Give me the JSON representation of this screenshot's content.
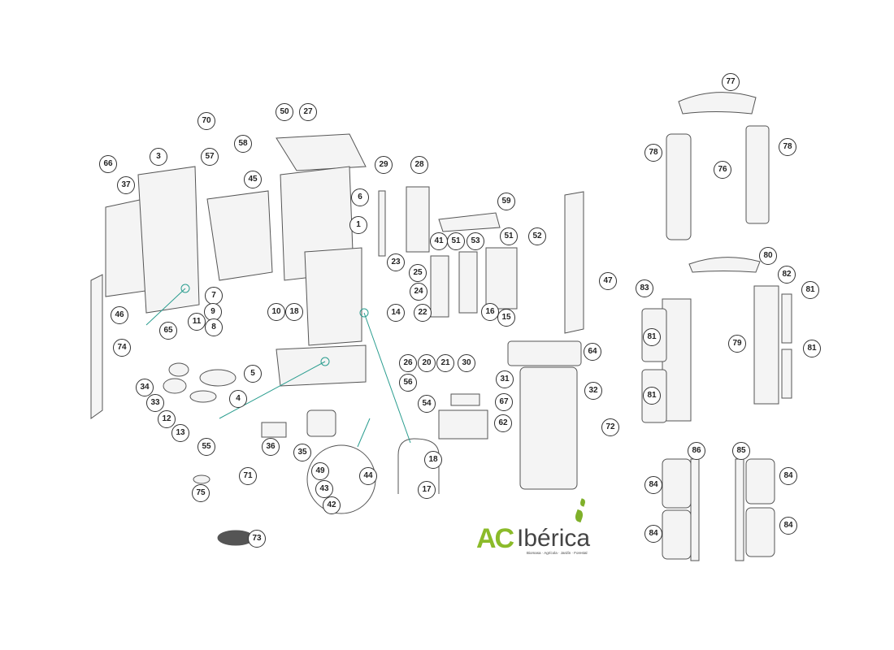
{
  "diagram": {
    "title_hidden": null,
    "callouts": [
      "77",
      "50",
      "27",
      "70",
      "58",
      "78",
      "78",
      "76",
      "3",
      "66",
      "57",
      "45",
      "37",
      "6",
      "29",
      "28",
      "59",
      "1",
      "41",
      "51",
      "53",
      "51",
      "52",
      "47",
      "23",
      "25",
      "80",
      "82",
      "83",
      "81",
      "24",
      "7",
      "9",
      "10",
      "18",
      "14",
      "22",
      "16",
      "15",
      "8",
      "11",
      "65",
      "46",
      "81",
      "79",
      "81",
      "74",
      "64",
      "26",
      "20",
      "21",
      "30",
      "31",
      "5",
      "34",
      "56",
      "81",
      "4",
      "33",
      "32",
      "54",
      "67",
      "12",
      "13",
      "62",
      "72",
      "55",
      "36",
      "35",
      "86",
      "85",
      "18",
      "49",
      "44",
      "84",
      "84",
      "71",
      "43",
      "17",
      "75",
      "42",
      "84",
      "84",
      "73"
    ]
  },
  "logo": {
    "brand_ac": "AC",
    "brand_iberica": "Ibérica",
    "tagline": "Biomasa · Agrícola · Jardín · Forestal"
  },
  "colors": {
    "leader": "#2a9d8f",
    "line": "#333333",
    "logo_green": "#8bbb2a"
  }
}
